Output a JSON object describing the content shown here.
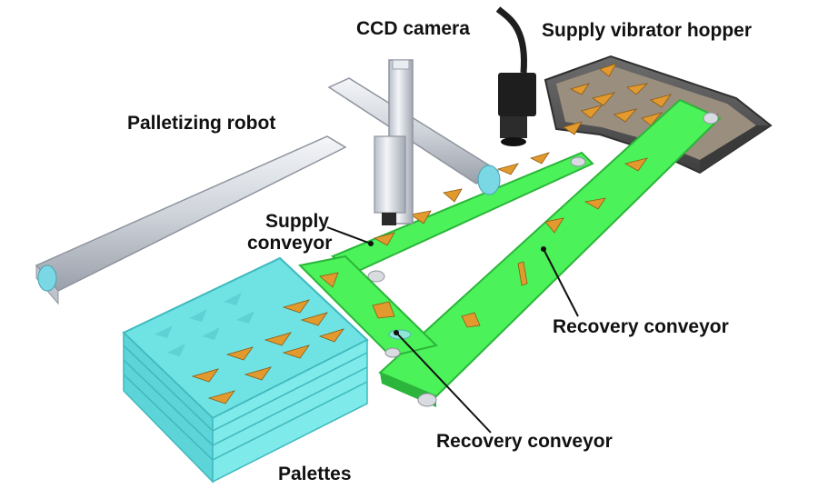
{
  "labels": {
    "ccd_camera": "CCD camera",
    "supply_hopper": "Supply vibrator hopper",
    "palletizing_robot": "Palletizing robot",
    "supply_conveyor_line1": "Supply",
    "supply_conveyor_line2": "conveyor",
    "recovery_conveyor_right": "Recovery conveyor",
    "recovery_conveyor_bottom": "Recovery conveyor",
    "palettes": "Palettes"
  },
  "colors": {
    "conveyor_green": "#4CF25A",
    "conveyor_edge": "#2BB53A",
    "pallet_cyan": "#6FE3E3",
    "pallet_edge": "#3FB9BE",
    "part_orange": "#E29A2E",
    "hopper_dark": "#5E5E5E",
    "rail_silver": "#D9DCE2",
    "camera_black": "#1E1E1E"
  }
}
